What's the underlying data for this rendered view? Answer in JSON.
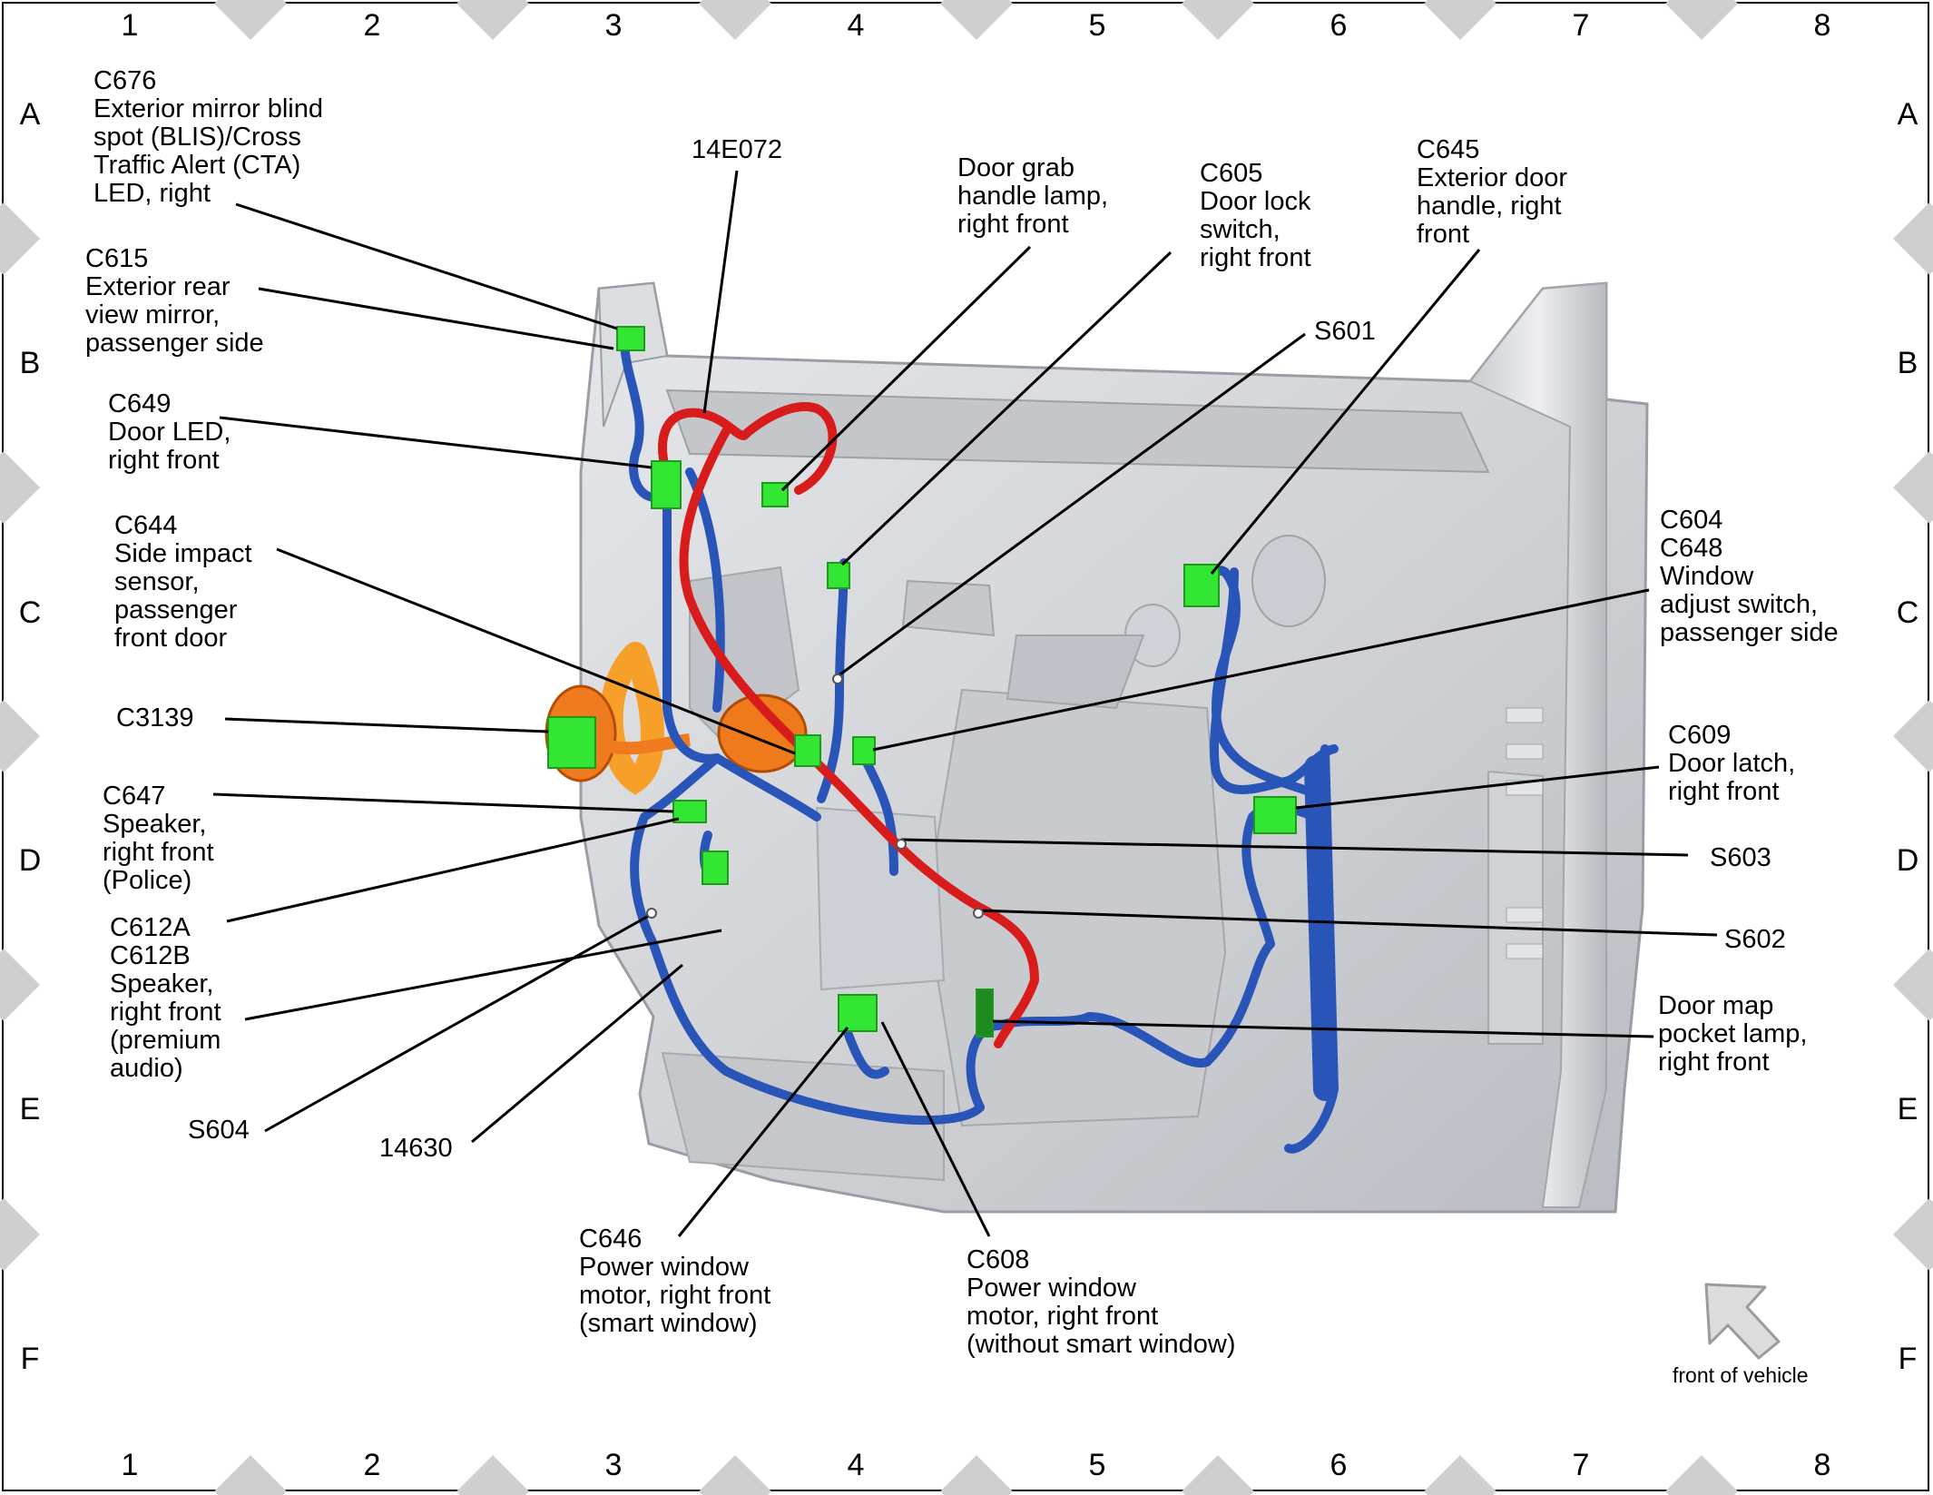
{
  "grid": {
    "columns": [
      "1",
      "2",
      "3",
      "4",
      "5",
      "6",
      "7",
      "8"
    ],
    "rows": [
      "A",
      "B",
      "C",
      "D",
      "E",
      "F"
    ]
  },
  "labels": {
    "c676": [
      "C676",
      "Exterior mirror blind",
      "spot (BLIS)/Cross",
      "Traffic Alert (CTA)",
      "LED, right"
    ],
    "c615": [
      "C615",
      "Exterior rear",
      "view mirror,",
      "passenger side"
    ],
    "c649": [
      "C649",
      "Door LED,",
      "right front"
    ],
    "c644": [
      "C644",
      "Side impact",
      "sensor,",
      "passenger",
      "front door"
    ],
    "c3139": [
      "C3139"
    ],
    "c647": [
      "C647",
      "Speaker,",
      "right front",
      "(Police)"
    ],
    "c612": [
      "C612A",
      "C612B",
      "Speaker,",
      "right front",
      "(premium",
      "audio)"
    ],
    "s604": [
      "S604"
    ],
    "n14630": [
      "14630"
    ],
    "n14e072": [
      "14E072"
    ],
    "grab": [
      "Door grab",
      "handle lamp,",
      "right front"
    ],
    "c605": [
      "C605",
      "Door lock",
      "switch,",
      "right front"
    ],
    "c645": [
      "C645",
      "Exterior door",
      "handle, right",
      "front"
    ],
    "s601": [
      "S601"
    ],
    "c604": [
      "C604",
      "C648",
      "Window",
      "adjust switch,",
      "passenger side"
    ],
    "c609": [
      "C609",
      "Door latch,",
      "right front"
    ],
    "s603": [
      "S603"
    ],
    "s602": [
      "S602"
    ],
    "map": [
      "Door map",
      "pocket lamp,",
      "right front"
    ],
    "c646": [
      "C646",
      "Power window",
      "motor, right front",
      "(smart window)"
    ],
    "c608": [
      "C608",
      "Power window",
      "motor, right front",
      "(without smart window)"
    ]
  },
  "front_label": "front of vehicle",
  "icons": [
    "front-arrow-icon"
  ],
  "colors": {
    "connector": "#33e633",
    "harness_blue": "#2a55b8",
    "harness_red": "#d81c1c",
    "harness_orange": "#f07a1e",
    "door_panel": "#d6d8dc",
    "grid_diamond": "#cfcfcf"
  }
}
